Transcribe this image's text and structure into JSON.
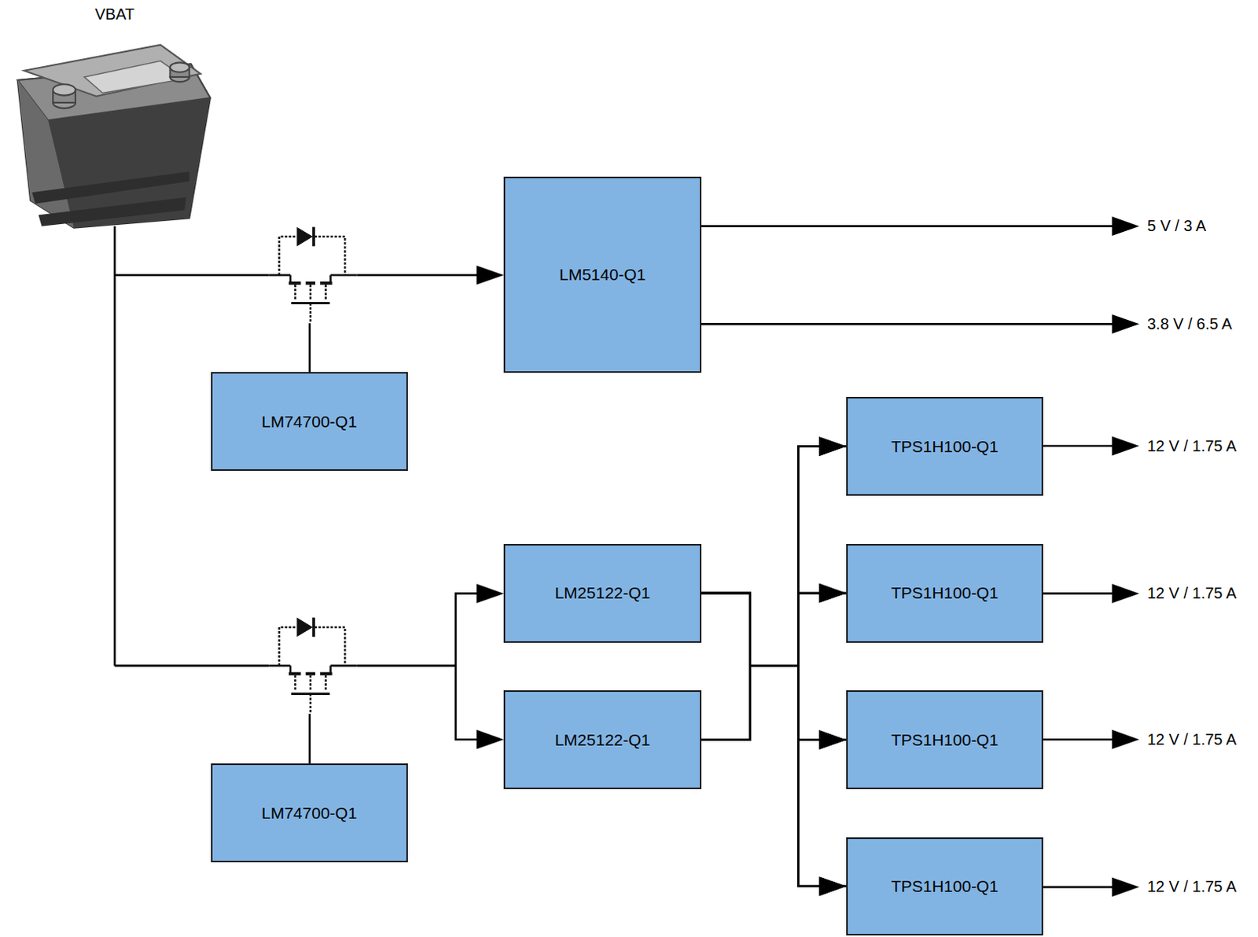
{
  "diagram": {
    "nodes": [
      {
        "text": [
          "LM5140-Q1"
        ]
      },
      {
        "text": [
          "LM74700-Q1"
        ]
      },
      {
        "text": [
          "LM25122-Q1"
        ]
      },
      {
        "text": [
          "LM25122-Q1"
        ]
      },
      {
        "text": [
          "LM74700-Q1"
        ]
      },
      {
        "text": [
          "TPS1H100-Q1"
        ]
      },
      {
        "text": [
          "TPS1H100-Q1"
        ]
      },
      {
        "text": [
          "TPS1H100-Q1"
        ]
      },
      {
        "text": [
          "TPS1H100-Q1"
        ]
      }
    ],
    "edges": [
      {
        "from": 2,
        "to": 5,
        "arrow": "to"
      },
      {
        "from": 2,
        "to": 6,
        "arrow": "to"
      },
      {
        "from": 2,
        "to": 7,
        "arrow": "to"
      },
      {
        "from": 2,
        "to": 8,
        "arrow": "to"
      },
      {
        "from": 3,
        "to": 5,
        "arrow": "to"
      },
      {
        "from": 3,
        "to": 6,
        "arrow": "to"
      },
      {
        "from": 3,
        "to": 7,
        "arrow": "to"
      },
      {
        "from": 3,
        "to": 8,
        "arrow": "to"
      }
    ],
    "labels": [
      "VBAT",
      "5 V / 3 A",
      "3.8 V / 6.5 A",
      "12 V / 1.75 A",
      "12 V / 1.75 A",
      "12 V / 1.75 A",
      "12 V / 1.75 A"
    ]
  }
}
